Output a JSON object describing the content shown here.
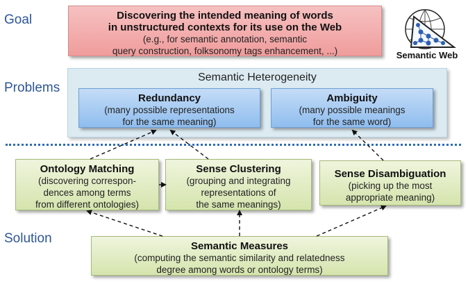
{
  "labels": {
    "goal": "Goal",
    "problems": "Problems",
    "solution": "Solution"
  },
  "goal_box": {
    "title_line1": "Discovering the intended meaning of words",
    "title_line2": "in unstructured contexts for its use on the Web",
    "sub_line1": "(e.g., for semantic annotation, semantic",
    "sub_line2": "query construction, folksonomy tags enhancement, ...)"
  },
  "logo": {
    "label": "Semantic Web",
    "icon": "semantic-web-logo-icon"
  },
  "problems_panel": {
    "title": "Semantic Heterogeneity",
    "redundancy": {
      "title": "Redundancy",
      "line1": "(many possible representations",
      "line2": "for the same meaning)"
    },
    "ambiguity": {
      "title": "Ambiguity",
      "line1": "(many possible meanings",
      "line2": "for the same word)"
    }
  },
  "solutions": {
    "ontology_matching": {
      "title": "Ontology Matching",
      "line1": "(discovering correspon-",
      "line2": "dences among terms",
      "line3": "from different ontologies)"
    },
    "sense_clustering": {
      "title": "Sense Clustering",
      "line1": "(grouping and integrating",
      "line2": "representations of",
      "line3": "the same meanings)"
    },
    "sense_disambiguation": {
      "title": "Sense Disambiguation",
      "line1": "(picking up the most",
      "line2": "appropriate meaning)"
    },
    "semantic_measures": {
      "title": "Semantic Measures",
      "line1": "(computing the semantic similarity and relatedness",
      "line2": "degree among words or ontology terms)"
    }
  },
  "colors": {
    "label_blue": "#2e5597",
    "goal_fill": "#f09c9c",
    "problem_fill": "#8fbdee",
    "solution_fill": "#d5e4ad",
    "divider": "#2e6bb4"
  }
}
